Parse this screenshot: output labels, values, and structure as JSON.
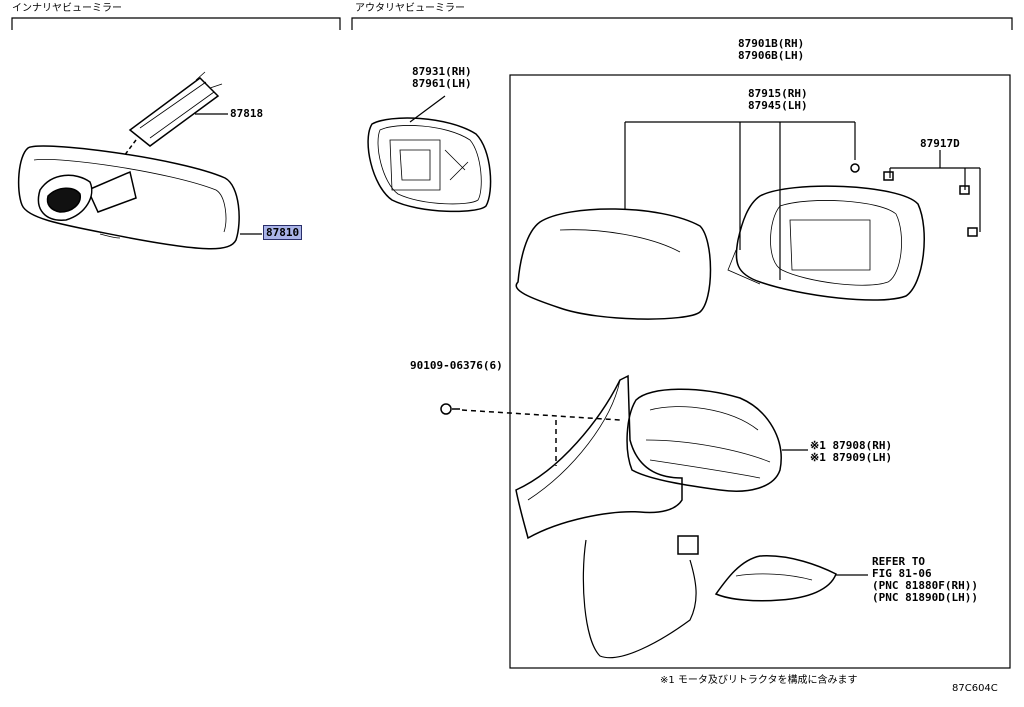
{
  "sections": {
    "inner": "インナリヤビューミラー",
    "outer": "アウタリヤビューミラー"
  },
  "parts": {
    "p87818": "87818",
    "p87810": "87810",
    "p87931": "87931(RH)",
    "p87961": "87961(LH)",
    "p87901": "87901B(RH)",
    "p87906": "87906B(LH)",
    "p87915": "87915(RH)",
    "p87945": "87945(LH)",
    "p87917": "87917D",
    "p90109": "90109-06376(6)",
    "p87908": "※1 87908(RH)",
    "p87909": "※1 87909(LH)",
    "ref1": "REFER TO",
    "ref2": "FIG 81-06",
    "ref3": "(PNC 81880F(RH))",
    "ref4": "(PNC 81890D(LH))"
  },
  "note": "※1 モータ及びリトラクタを構成に含みます",
  "figure_code": "87C604C",
  "colors": {
    "highlight": "#aab4e8",
    "line": "#000000"
  }
}
